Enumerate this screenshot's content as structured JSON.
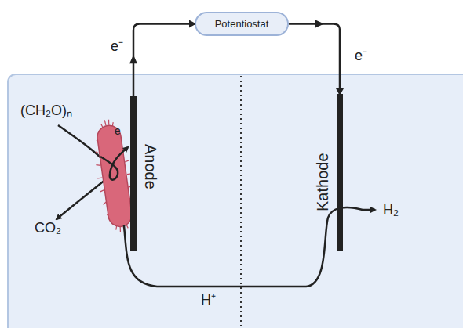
{
  "diagram": {
    "nodes": [
      {
        "text": [
          "Potentiostat"
        ]
      },
      {
        "text": [
          "Anode"
        ]
      },
      {
        "text": [
          "Kathode"
        ]
      }
    ],
    "edges": [
      {
        "from": 1,
        "to": 0,
        "arrow": "to"
      },
      {
        "from": 0,
        "to": 2,
        "arrow": "to"
      }
    ],
    "labels": [
      "e⁻",
      "(CH₂O)ₙ",
      "e⁻",
      "CO₂",
      "e⁻",
      "H₂",
      "H⁺"
    ]
  }
}
